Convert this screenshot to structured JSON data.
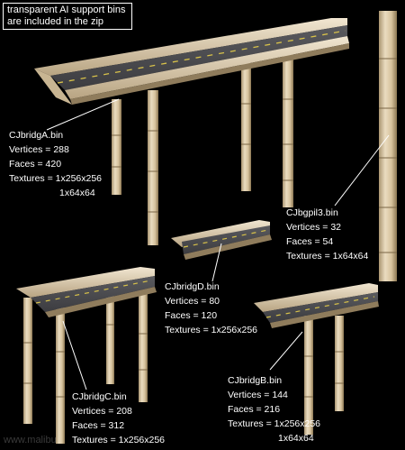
{
  "note": {
    "line1": "transparent AI support bins",
    "line2": "are included in the zip"
  },
  "models": {
    "bridgeA": {
      "name": "CJbridgA.bin",
      "vertices": "Vertices = 288",
      "faces": "Faces = 420",
      "textures": "Textures = 1x256x256",
      "textures_extra": "1x64x64"
    },
    "pillar3": {
      "name": "CJbgpil3.bin",
      "vertices": "Vertices = 32",
      "faces": "Faces = 54",
      "textures": "Textures = 1x64x64"
    },
    "bridgeD": {
      "name": "CJbridgD.bin",
      "vertices": "Vertices = 80",
      "faces": "Faces = 120",
      "textures": "Textures = 1x256x256"
    },
    "bridgeC": {
      "name": "CJbridgC.bin",
      "vertices": "Vertices = 208",
      "faces": "Faces = 312",
      "textures": "Textures = 1x256x256"
    },
    "bridgeB": {
      "name": "CJbridgB.bin",
      "vertices": "Vertices = 144",
      "faces": "Faces = 216",
      "textures": "Textures = 1x256x256",
      "textures_extra": "1x64x64"
    }
  },
  "watermark": "www.malibu",
  "colors": {
    "background": "#000000",
    "road": "#4a4a4e",
    "curb": "#e2d2b8",
    "pillar": "#d9c7a4",
    "lane_marking": "#d8c24a",
    "text": "#ffffff"
  }
}
